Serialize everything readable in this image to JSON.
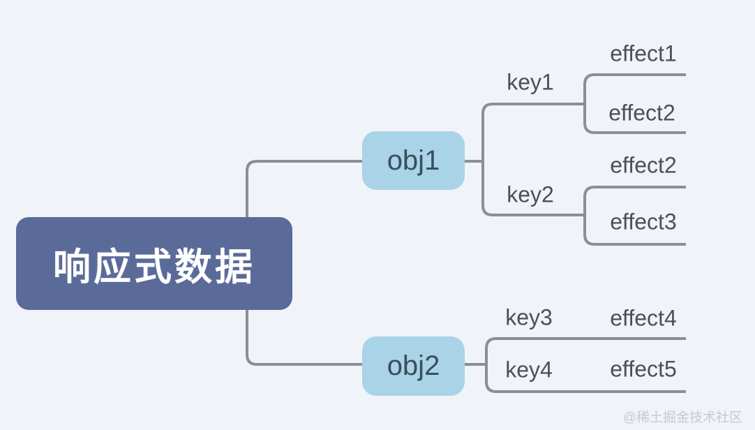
{
  "tree": {
    "root": {
      "label": "响应式数据",
      "children": [
        {
          "label": "obj1",
          "children": [
            {
              "label": "key1",
              "children": [
                {
                  "label": "effect1"
                },
                {
                  "label": "effect2"
                }
              ]
            },
            {
              "label": "key2",
              "children": [
                {
                  "label": "effect2"
                },
                {
                  "label": "effect3"
                }
              ]
            }
          ]
        },
        {
          "label": "obj2",
          "children": [
            {
              "label": "key3",
              "children": [
                {
                  "label": "effect4"
                }
              ]
            },
            {
              "label": "key4",
              "children": [
                {
                  "label": "effect5"
                }
              ]
            }
          ]
        }
      ]
    }
  },
  "watermark": {
    "text": "@稀土掘金技术社区"
  },
  "colors": {
    "background": "#f0f4f9",
    "root_node_fill": "#5b6b99",
    "root_node_text": "#ffffff",
    "branch_node_fill": "#a9d3e6",
    "branch_node_text": "#3b4d5e",
    "connector": "#8a8e9a",
    "label_text": "#4a4f5a",
    "watermark_text": "#c5cad3"
  }
}
